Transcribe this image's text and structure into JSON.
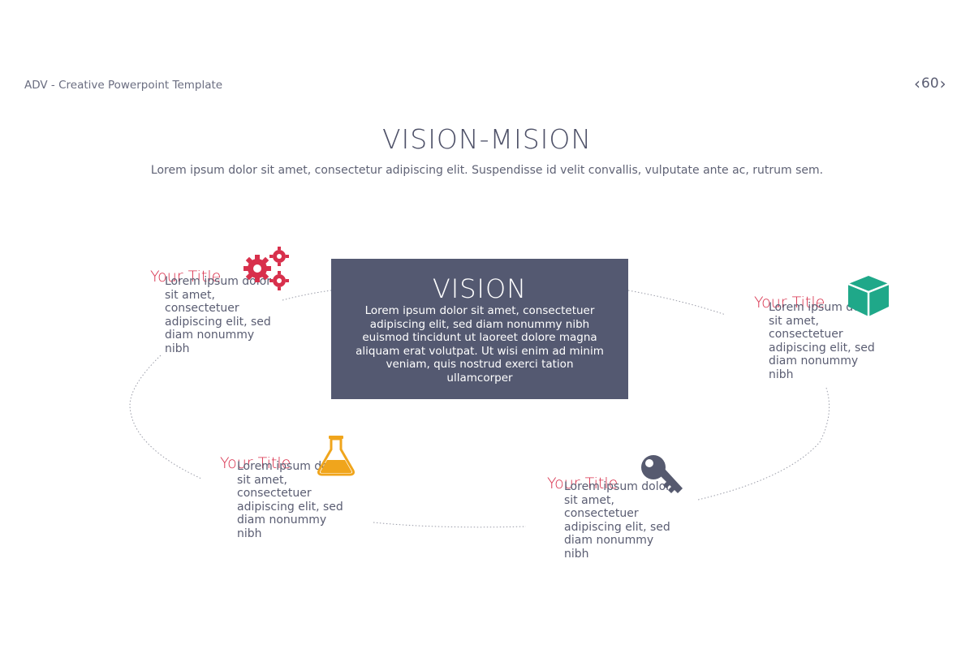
{
  "header": {
    "title": "ADV - Creative Powerpoint Template",
    "page_number": "60",
    "prev": "‹",
    "next": "›"
  },
  "slide": {
    "title": "VISION-MISION",
    "subtitle": "Lorem ipsum dolor sit amet, consectetur adipiscing elit. Suspendisse id velit convallis, vulputate ante ac, rutrum sem."
  },
  "vision": {
    "title": "VISION",
    "text": "Lorem ipsum dolor sit amet, consectetuer adipiscing elit, sed diam nonummy nibh euismod tincidunt ut laoreet dolore magna aliquam erat volutpat. Ut wisi enim ad minim veniam, quis nostrud exerci tation ullamcorper"
  },
  "blocks": [
    {
      "title": "Your Title",
      "text": "Lorem ipsum dolor sit amet, consectetuer adipiscing elit, sed diam nonummy nibh",
      "icon": "gears-icon",
      "color": "#d8304c"
    },
    {
      "title": "Your Title",
      "text": "Lorem ipsum dolor sit amet, consectetuer adipiscing elit, sed diam nonummy nibh",
      "icon": "cube-icon",
      "color": "#1fa889"
    },
    {
      "title": "Your Title",
      "text": "Lorem ipsum dolor sit amet, consectetuer adipiscing elit, sed diam nonummy nibh",
      "icon": "flask-icon",
      "color": "#f0a51c"
    },
    {
      "title": "Your Title",
      "text": "Lorem ipsum dolor sit amet, consectetuer adipiscing elit, sed diam nonummy nibh",
      "icon": "key-icon",
      "color": "#565a6f"
    }
  ]
}
